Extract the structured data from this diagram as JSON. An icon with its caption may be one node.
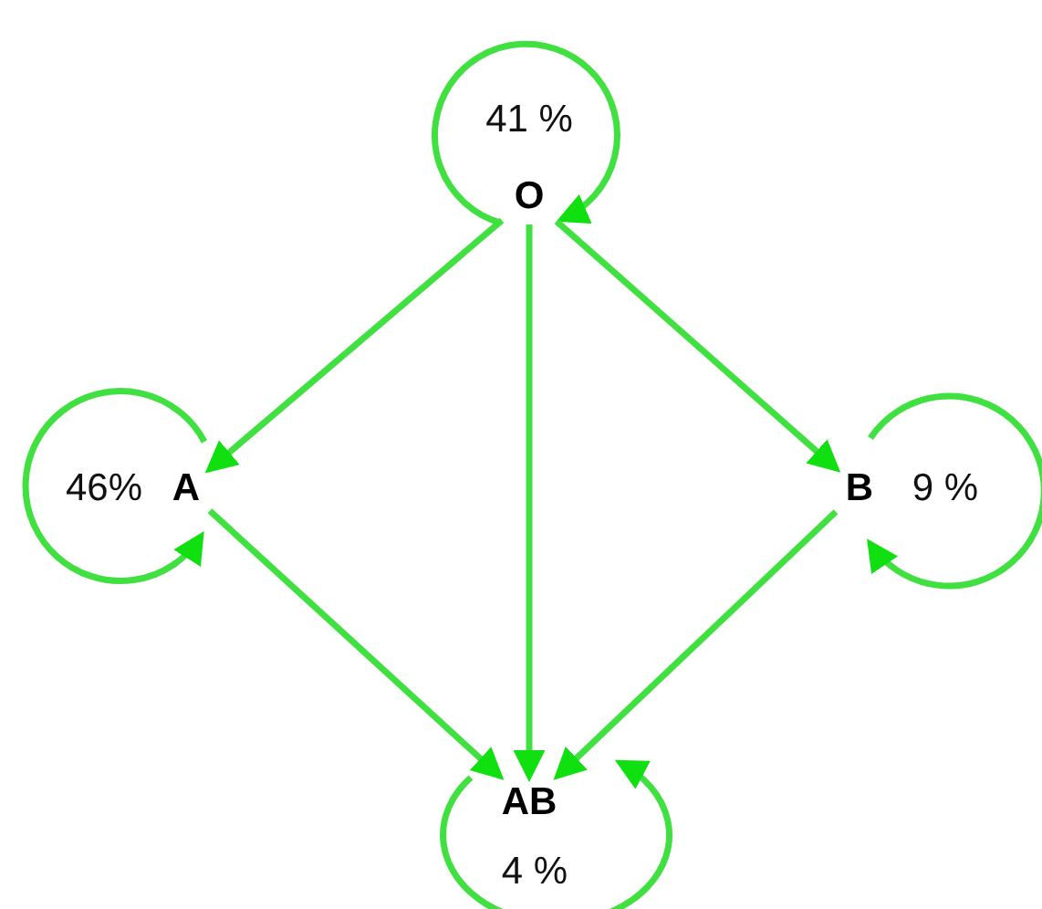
{
  "diagram": {
    "nodes": [
      {
        "text": [
          "O"
        ],
        "beside": [
          "41 %"
        ]
      },
      {
        "text": [
          "A"
        ],
        "beside": [
          "46%"
        ]
      },
      {
        "text": [
          "B"
        ],
        "beside": [
          "9 %"
        ]
      },
      {
        "text": [
          "AB"
        ],
        "beside": [
          "4 %"
        ]
      }
    ],
    "edges": [
      {
        "from": 0,
        "to": 0,
        "arrow": "to"
      },
      {
        "from": 0,
        "to": 1,
        "arrow": "to"
      },
      {
        "from": 0,
        "to": 3,
        "arrow": "to"
      },
      {
        "from": 0,
        "to": 2,
        "arrow": "to"
      },
      {
        "from": 1,
        "to": 1,
        "arrow": "to"
      },
      {
        "from": 2,
        "to": 2,
        "arrow": "to"
      },
      {
        "from": 1,
        "to": 3,
        "arrow": "to"
      },
      {
        "from": 2,
        "to": 3,
        "arrow": "to"
      },
      {
        "from": 3,
        "to": 3,
        "arrow": "to"
      }
    ]
  }
}
